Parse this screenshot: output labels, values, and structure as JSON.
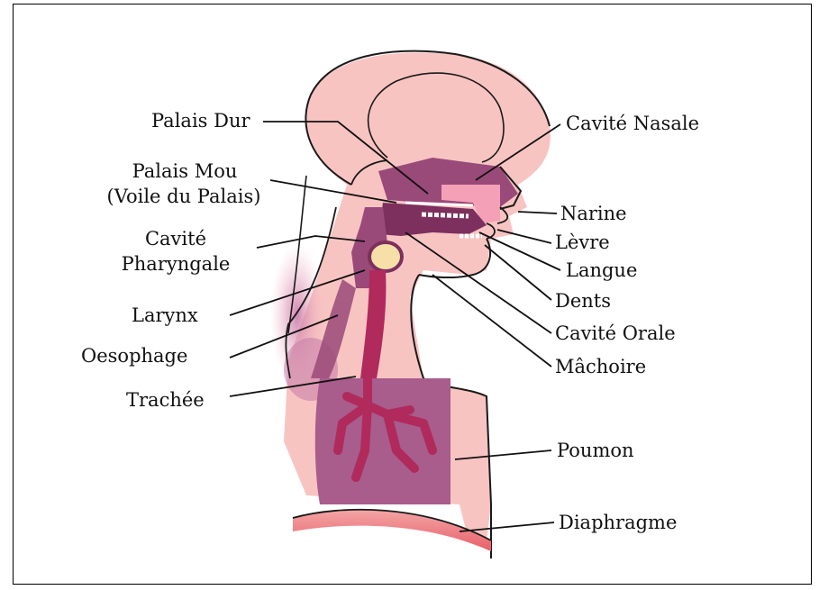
{
  "labels": {
    "palais_dur": "Palais Dur",
    "palais_mou": "Palais Mou",
    "voile_du_palais": "(Voile du Palais)",
    "cavite_pharyngale_1": "Cavité",
    "cavite_pharyngale_2": "Pharyngale",
    "larynx": "Larynx",
    "oesophage": "Oesophage",
    "trachee": "Trachée",
    "cavite_nasale": "Cavité Nasale",
    "narine": "Narine",
    "levre": "Lèvre",
    "langue": "Langue",
    "dents": "Dents",
    "cavite_orale": "Cavité Orale",
    "machoire": "Mâchoire",
    "poumon": "Poumon",
    "diaphragme": "Diaphragme"
  },
  "colors": {
    "skin": "#f8c4c2",
    "skin_light": "#fbd6d2",
    "tract": "#9a4a78",
    "tract_dark": "#7d2f5e",
    "trachea": "#b02a5c",
    "lungs": "#a85d8c",
    "outline": "#1a1a1a",
    "diaphragm": "#e8747a"
  }
}
